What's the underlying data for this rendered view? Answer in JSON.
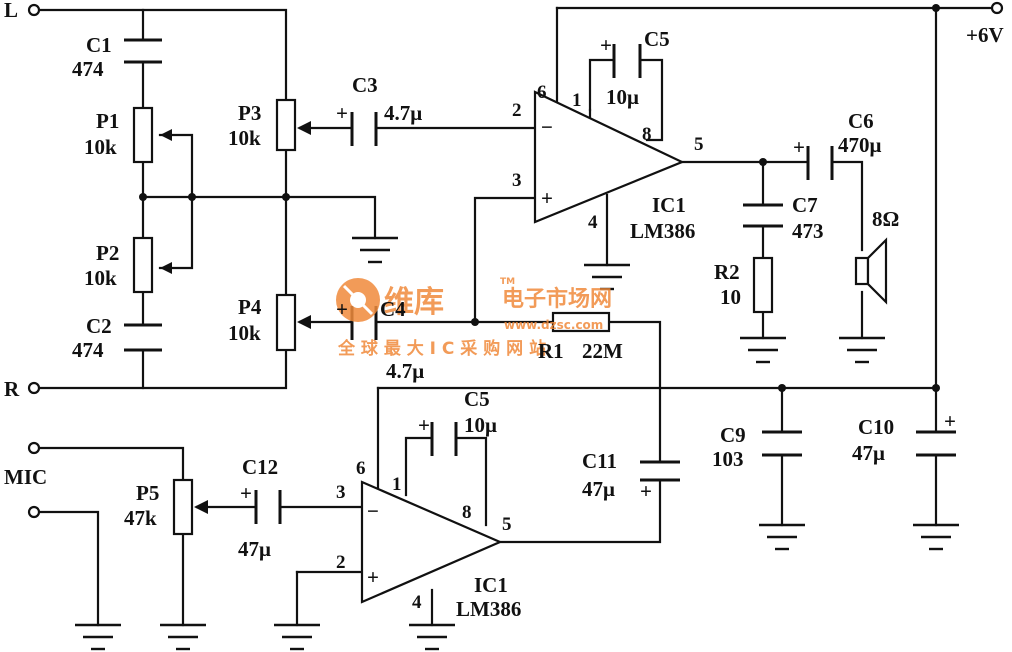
{
  "terminals": {
    "left_input": "L",
    "right_input": "R",
    "mic_input": "MIC",
    "supply": "+6V"
  },
  "components": {
    "c1": {
      "name": "C1",
      "value": "474"
    },
    "c2": {
      "name": "C2",
      "value": "474"
    },
    "p1": {
      "name": "P1",
      "value": "10k"
    },
    "p2": {
      "name": "P2",
      "value": "10k"
    },
    "p3": {
      "name": "P3",
      "value": "10k"
    },
    "p4": {
      "name": "P4",
      "value": "10k"
    },
    "p5": {
      "name": "P5",
      "value": "47k"
    },
    "c3": {
      "name": "C3",
      "value": "4.7μ"
    },
    "c4": {
      "name": "C4",
      "value": "4.7μ"
    },
    "c5_top": {
      "name": "C5",
      "value": "10μ"
    },
    "c5_bottom": {
      "name": "C5",
      "value": "10μ"
    },
    "c6": {
      "name": "C6",
      "value": "470μ"
    },
    "c7": {
      "name": "C7",
      "value": "473"
    },
    "r2": {
      "name": "R2",
      "value": "10"
    },
    "speaker": {
      "value": "8Ω"
    },
    "r1": {
      "name": "R1",
      "value": "22M"
    },
    "c9": {
      "name": "C9",
      "value": "103"
    },
    "c10": {
      "name": "C10",
      "value": "47μ"
    },
    "c11": {
      "name": "C11",
      "value": "47μ"
    },
    "c12": {
      "name": "C12",
      "value": "47μ"
    }
  },
  "ic_top": {
    "name": "IC1",
    "part": "LM386",
    "pins": {
      "p1": "1",
      "p2": "2",
      "p3": "3",
      "p4": "4",
      "p5": "5",
      "p6": "6",
      "p8": "8"
    }
  },
  "ic_bottom": {
    "name": "IC1",
    "part": "LM386",
    "pins": {
      "p1": "1",
      "p2": "2",
      "p3": "3",
      "p4": "4",
      "p5": "5",
      "p6": "6",
      "p8": "8"
    }
  },
  "polarity": {
    "plus": "+",
    "minus": "−"
  },
  "watermark": {
    "brand": "维库",
    "trademark": "TM",
    "site_name": "电子市场网",
    "url": "www.dzsc.com",
    "slogan": "全 球 最 大 I C 采 购 网 站"
  }
}
